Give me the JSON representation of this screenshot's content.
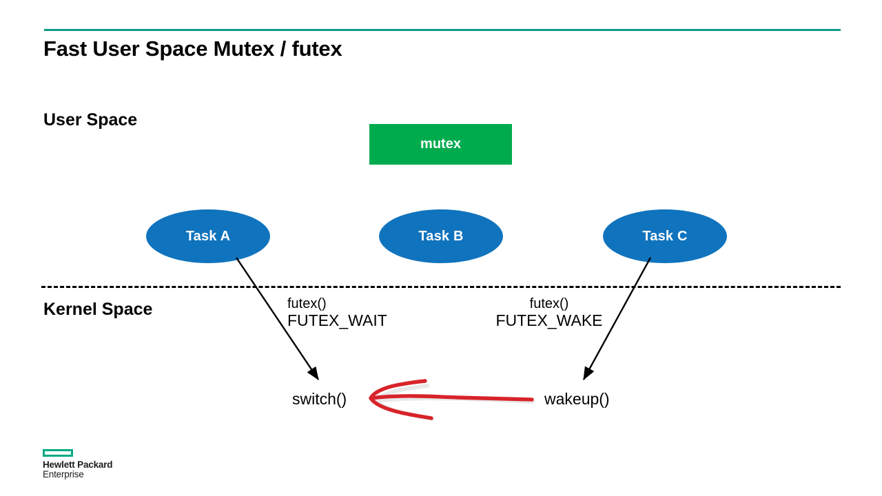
{
  "slide": {
    "title": "Fast User Space Mutex / futex",
    "accent_color": "#0f9a87",
    "background_color": "#ffffff"
  },
  "regions": {
    "user_space_label": "User Space",
    "kernel_space_label": "Kernel Space"
  },
  "shapes": {
    "mutex": {
      "label": "mutex",
      "fill": "#00ab4e",
      "text_color": "#ffffff"
    },
    "tasks": [
      {
        "label": "Task A",
        "fill": "#1073bd",
        "text_color": "#ffffff"
      },
      {
        "label": "Task B",
        "fill": "#1073bd",
        "text_color": "#ffffff"
      },
      {
        "label": "Task C",
        "fill": "#1073bd",
        "text_color": "#ffffff"
      }
    ]
  },
  "annotations": {
    "wait_call": {
      "fn": "futex()",
      "op": "FUTEX_WAIT"
    },
    "wake_call": {
      "fn": "futex()",
      "op": "FUTEX_WAKE"
    },
    "switch_term": "switch()",
    "wakeup_term": "wakeup()",
    "highlight_color": "#d8232a"
  },
  "logo": {
    "line1": "Hewlett Packard",
    "line2": "Enterprise",
    "mark_color": "#01a982"
  }
}
